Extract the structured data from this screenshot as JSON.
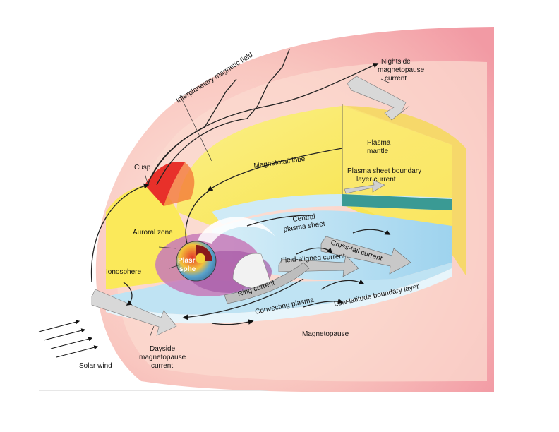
{
  "diagram": {
    "labels": {
      "nightside_current_1": "Nightside",
      "nightside_current_2": "magnetopause",
      "nightside_current_3": "current",
      "imf": "Interplanetary magnetic field",
      "cusp": "Cusp",
      "plasma_mantle_1": "Plasma",
      "plasma_mantle_2": "mantle",
      "magnetotail_lobe": "Magnetotail lobe",
      "psbl_1": "Plasma sheet boundary",
      "psbl_2": "layer current",
      "central_plasma_1": "Central",
      "central_plasma_2": "plasma sheet",
      "auroral_zone": "Auroral zone",
      "cross_tail": "Cross-tail current",
      "plasmasphere_1": "Plasr",
      "plasmasphere_2": "sphe",
      "ionosphere": "Ionosphere",
      "field_aligned": "Field-aligned current",
      "ring_current": "Ring current",
      "llbl": "Low-latitude boundary layer",
      "convecting": "Convecting plasma",
      "magnetopause": "Magnetopause",
      "dayside_1": "Dayside",
      "dayside_2": "magnetopause",
      "dayside_3": "current",
      "solar_wind": "Solar wind"
    },
    "colors": {
      "outer_pink": "#f4a0a8",
      "sheath_pale": "#fde7de",
      "lobe_yellow": "#fbef6a",
      "cusp_red": "#e8302a",
      "plasma_sheet_blue": "#a9d8f0",
      "teal_layer": "#3a9a94",
      "ring_purple": "#b070b8",
      "arrow_gray": "#b8b8b8"
    }
  }
}
